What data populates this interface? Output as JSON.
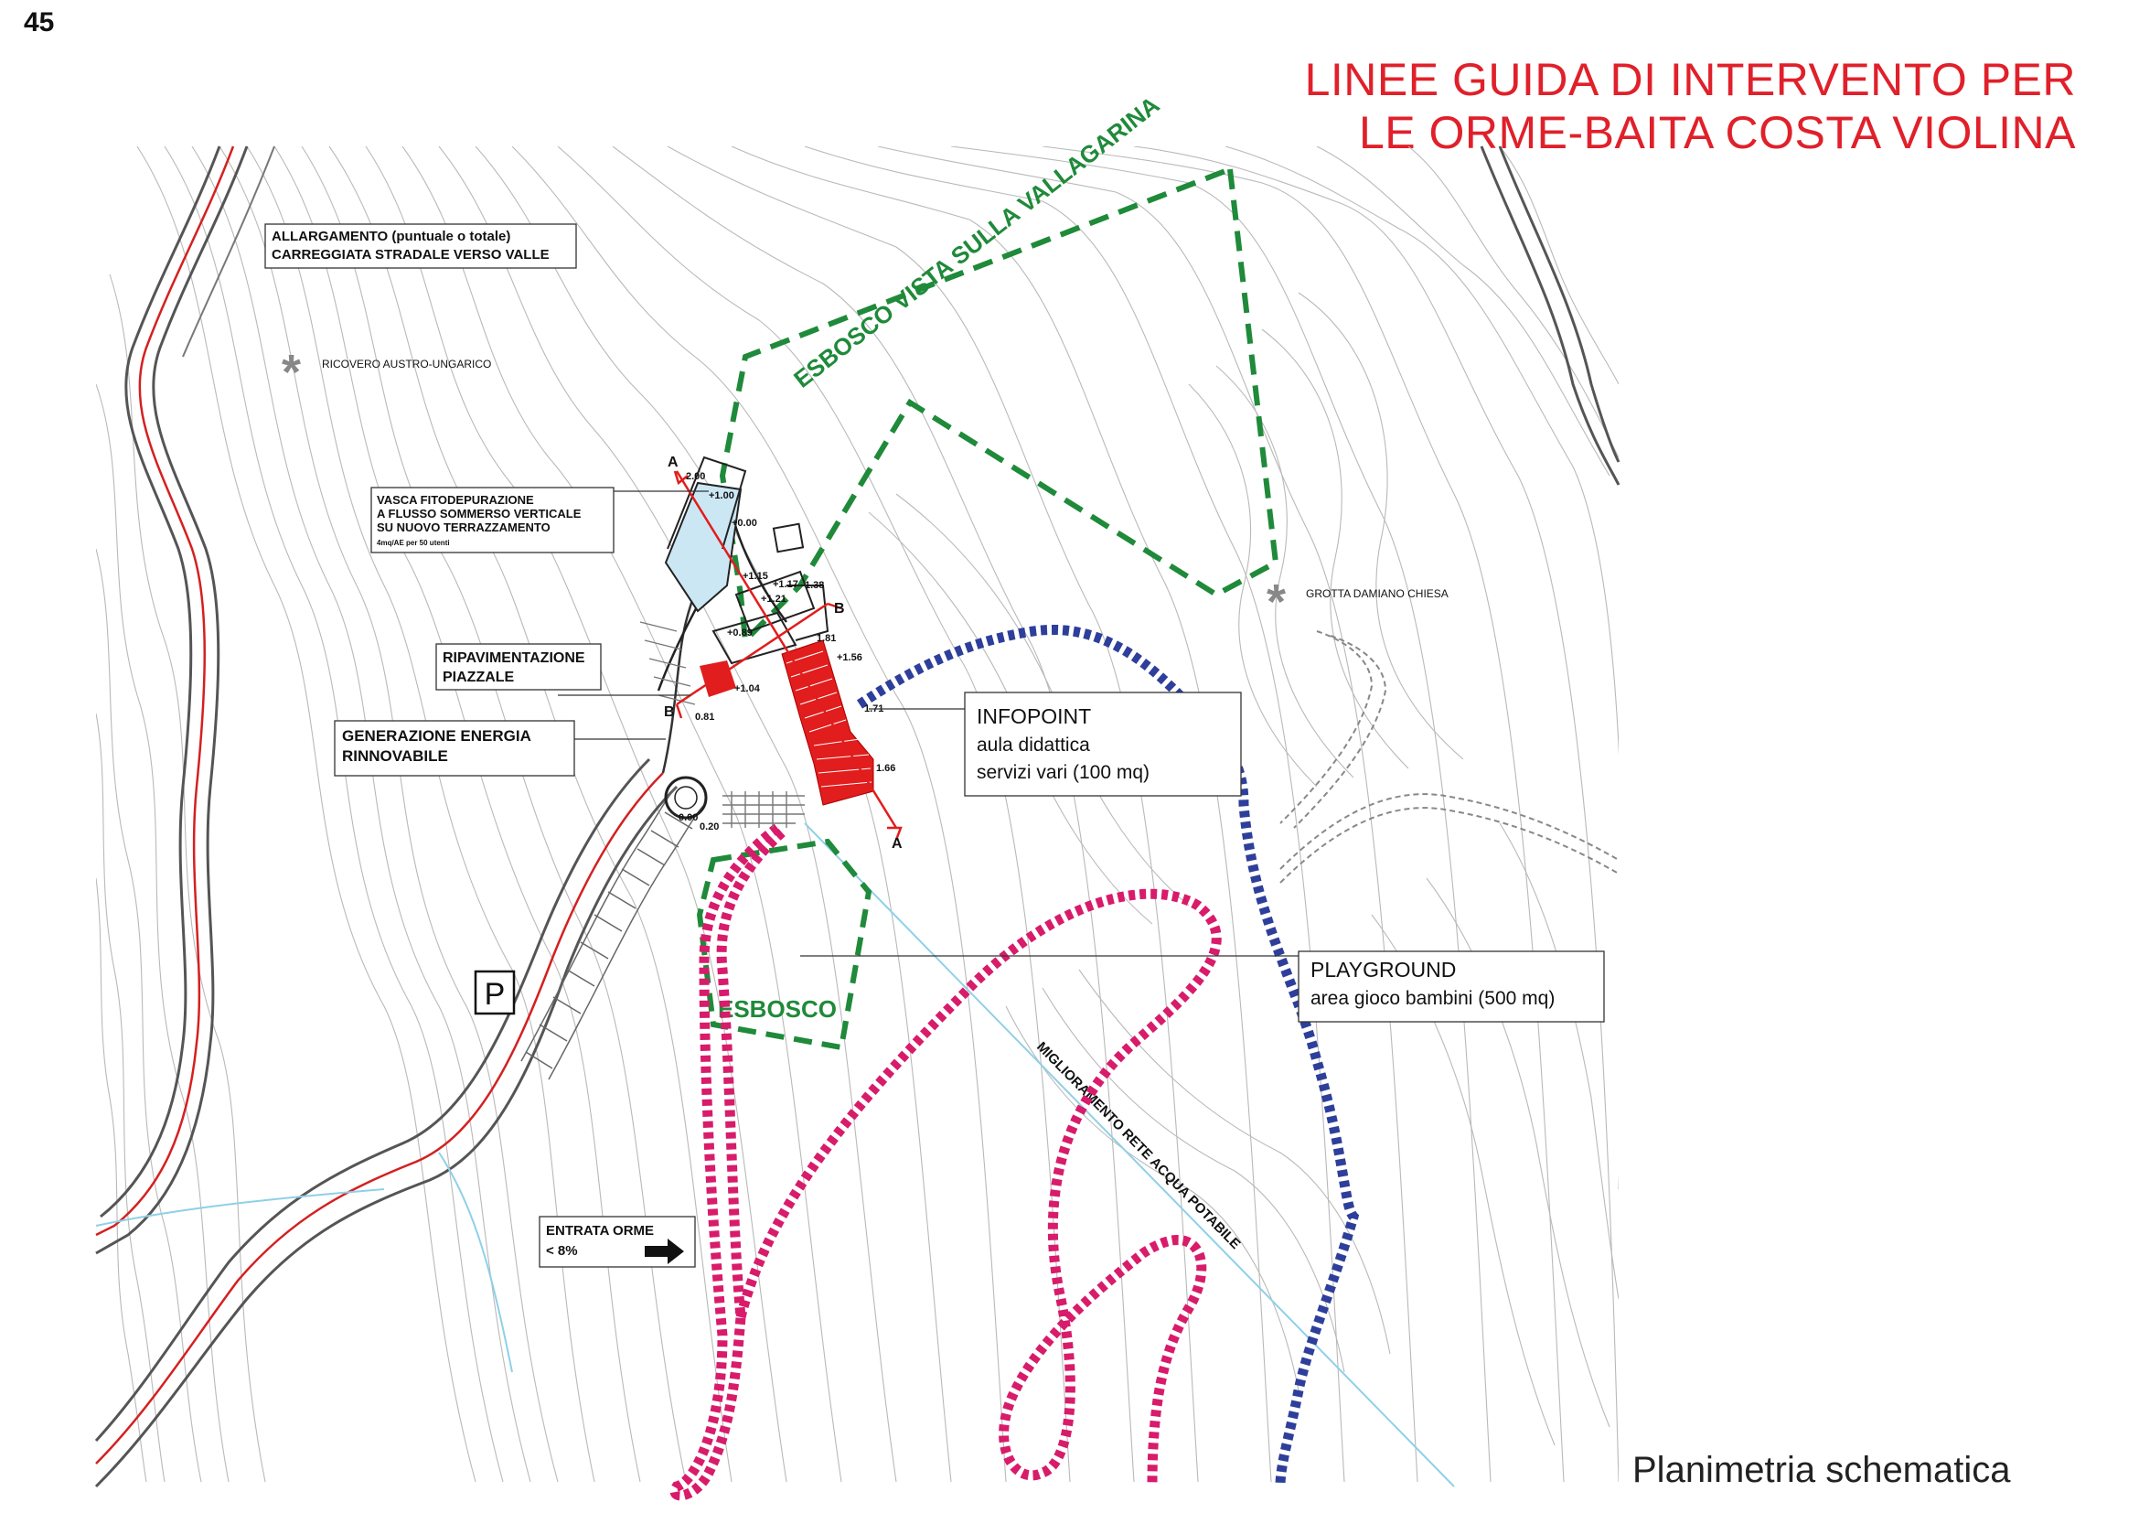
{
  "page_number": "45",
  "title": {
    "line1": "LINEE GUIDA DI INTERVENTO PER",
    "line2": "LE ORME-BAITA COSTA VIOLINA"
  },
  "caption": "Planimetria schematica",
  "colors": {
    "title": "#e0202a",
    "forest_clearing": "#1f8a3a",
    "playground_path": "#d81b6a",
    "info_path": "#2e3f9b",
    "road_edge": "#d42020",
    "water_line": "#8fd0e8",
    "paving": "#e11d1d",
    "tank": "#cce7f4"
  },
  "labels": {
    "allargamento_line1": "ALLARGAMENTO (puntuale o totale)",
    "allargamento_line2": "CARREGGIATA STRADALE VERSO VALLE",
    "ricovero": "RICOVERO AUSTRO-UNGARICO",
    "vasca_line1": "VASCA FITODEPURAZIONE",
    "vasca_line2": "A FLUSSO SOMMERSO VERTICALE",
    "vasca_line3": "SU NUOVO TERRAZZAMENTO",
    "vasca_line4": "4mq/AE per 50 utenti",
    "ripavimentazione_line1": "RIPAVIMENTAZIONE",
    "ripavimentazione_line2": "PIAZZALE",
    "generazione_line1": "GENERAZIONE ENERGIA",
    "generazione_line2": "RINNOVABILE",
    "infopoint_line1": "INFOPOINT",
    "infopoint_line2": "aula didattica",
    "infopoint_line3": "servizi vari (100 mq)",
    "playground_line1": "PLAYGROUND",
    "playground_line2": "area gioco bambini (500 mq)",
    "entrata_line1": "ENTRATA ORME",
    "entrata_line2": "< 8%",
    "esbosco_vista": "ESBOSCO VISTA SULLA VALLAGARINA",
    "esbosco": "ESBOSCO",
    "grotta": "GROTTA DAMIANO CHIESA",
    "miglioramento": "MIGLIORAMENTO RETE ACQUA POTABILE",
    "parking": "P",
    "section_a": "A",
    "section_b": "B"
  },
  "elevations": {
    "e1": "2.00",
    "e2": "+1.00",
    "e3": "+0.00",
    "e4": "+1.15",
    "e5": "+1.17",
    "e6": "1.38",
    "e7": "+1.21",
    "e8": "+0.89",
    "e9": "1.81",
    "e10": "+1.56",
    "e11": "+1.04",
    "e12": "0.81",
    "e13": "1.71",
    "e14": "1.66",
    "e15": "0.00",
    "e16": "0.20"
  }
}
